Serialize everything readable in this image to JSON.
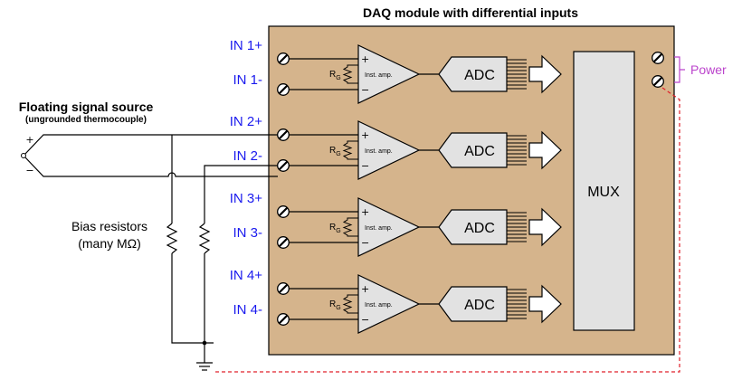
{
  "title": "DAQ module with differential inputs",
  "source": {
    "title": "Floating signal source",
    "subtitle": "(ungrounded thermocouple)",
    "plus": "+",
    "minus": "−"
  },
  "channels": [
    {
      "plus_label": "IN 1+",
      "minus_label": "IN 1-",
      "amp_label": "Inst. amp.",
      "adc_label": "ADC"
    },
    {
      "plus_label": "IN 2+",
      "minus_label": "IN 2-",
      "amp_label": "Inst. amp.",
      "adc_label": "ADC"
    },
    {
      "plus_label": "IN 3+",
      "minus_label": "IN 3-",
      "amp_label": "Inst. amp.",
      "adc_label": "ADC"
    },
    {
      "plus_label": "IN 4+",
      "minus_label": "IN 4-",
      "amp_label": "Inst. amp.",
      "adc_label": "ADC"
    }
  ],
  "rg_label": "R",
  "rg_sub": "G",
  "amp_plus": "+",
  "amp_minus": "−",
  "mux_label": "MUX",
  "power_label": "Power",
  "bias": {
    "line1": "Bias resistors",
    "line2": "(many MΩ)"
  },
  "colors": {
    "module_fill": "#d5b48c",
    "module_stroke": "#000000",
    "label_blue": "#1a1aee",
    "power_magenta": "#bb44cc",
    "ground_wire": "#e0202a",
    "block_fill": "#e2e2e2"
  }
}
